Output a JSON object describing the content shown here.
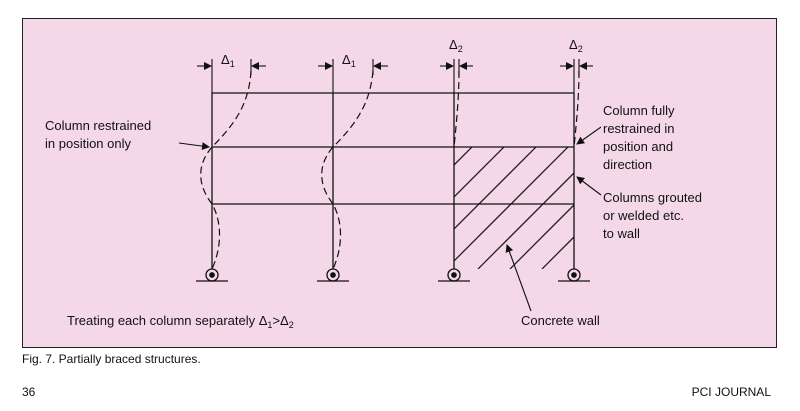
{
  "figure": {
    "labels": {
      "delta1": "Δ",
      "delta1_sub": "1",
      "delta2": "Δ",
      "delta2_sub": "2",
      "restrained_line1": "Column restrained",
      "restrained_line2": "in position only",
      "fully_line1": "Column fully",
      "fully_line2": "restrained in",
      "fully_line3": "position and",
      "fully_line4": "direction",
      "grouted_line1": "Columns grouted",
      "grouted_line2": "or welded etc.",
      "grouted_line3": "to wall",
      "treating": "Treating each column separately Δ",
      "treating_sub1": "1",
      "treating_gt": ">Δ",
      "treating_sub2": "2",
      "concrete_wall": "Concrete wall"
    },
    "colors": {
      "panel_background": "#f4d8e8",
      "line": "#111111"
    }
  },
  "caption": "Fig. 7. Partially braced structures.",
  "footer": {
    "page_number": "36",
    "journal": "PCI JOURNAL"
  }
}
